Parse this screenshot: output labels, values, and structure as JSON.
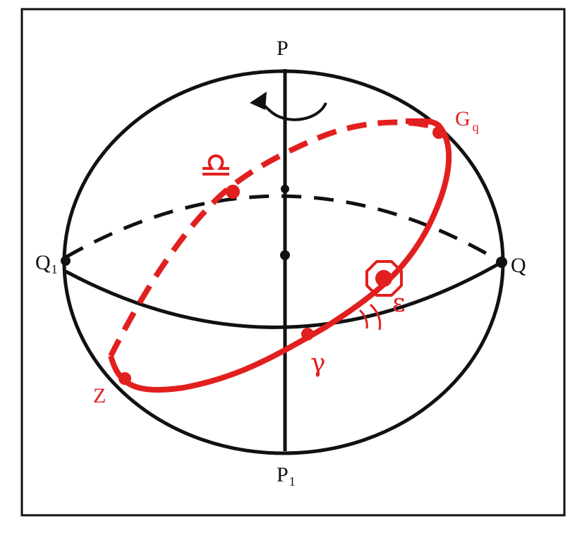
{
  "colors": {
    "black": "#111111",
    "red": "#e21f1f",
    "background": "#ffffff"
  },
  "labels": {
    "north_pole": "P",
    "south_pole": "P",
    "south_pole_sub": "1",
    "equator_left": "Q",
    "equator_left_sub": "1",
    "equator_right": "Q",
    "summer_point": "G",
    "summer_point_sub": "q",
    "winter_point": "Z",
    "vernal_equinox": "γ",
    "autumn_equinox": "♎",
    "obliquity": "ε"
  },
  "icons": {
    "rotation_arrow": "counterclockwise-arrow-icon",
    "ecliptic_pole": "circled-dot-icon",
    "autumn_equinox": "libra-sign-icon"
  }
}
